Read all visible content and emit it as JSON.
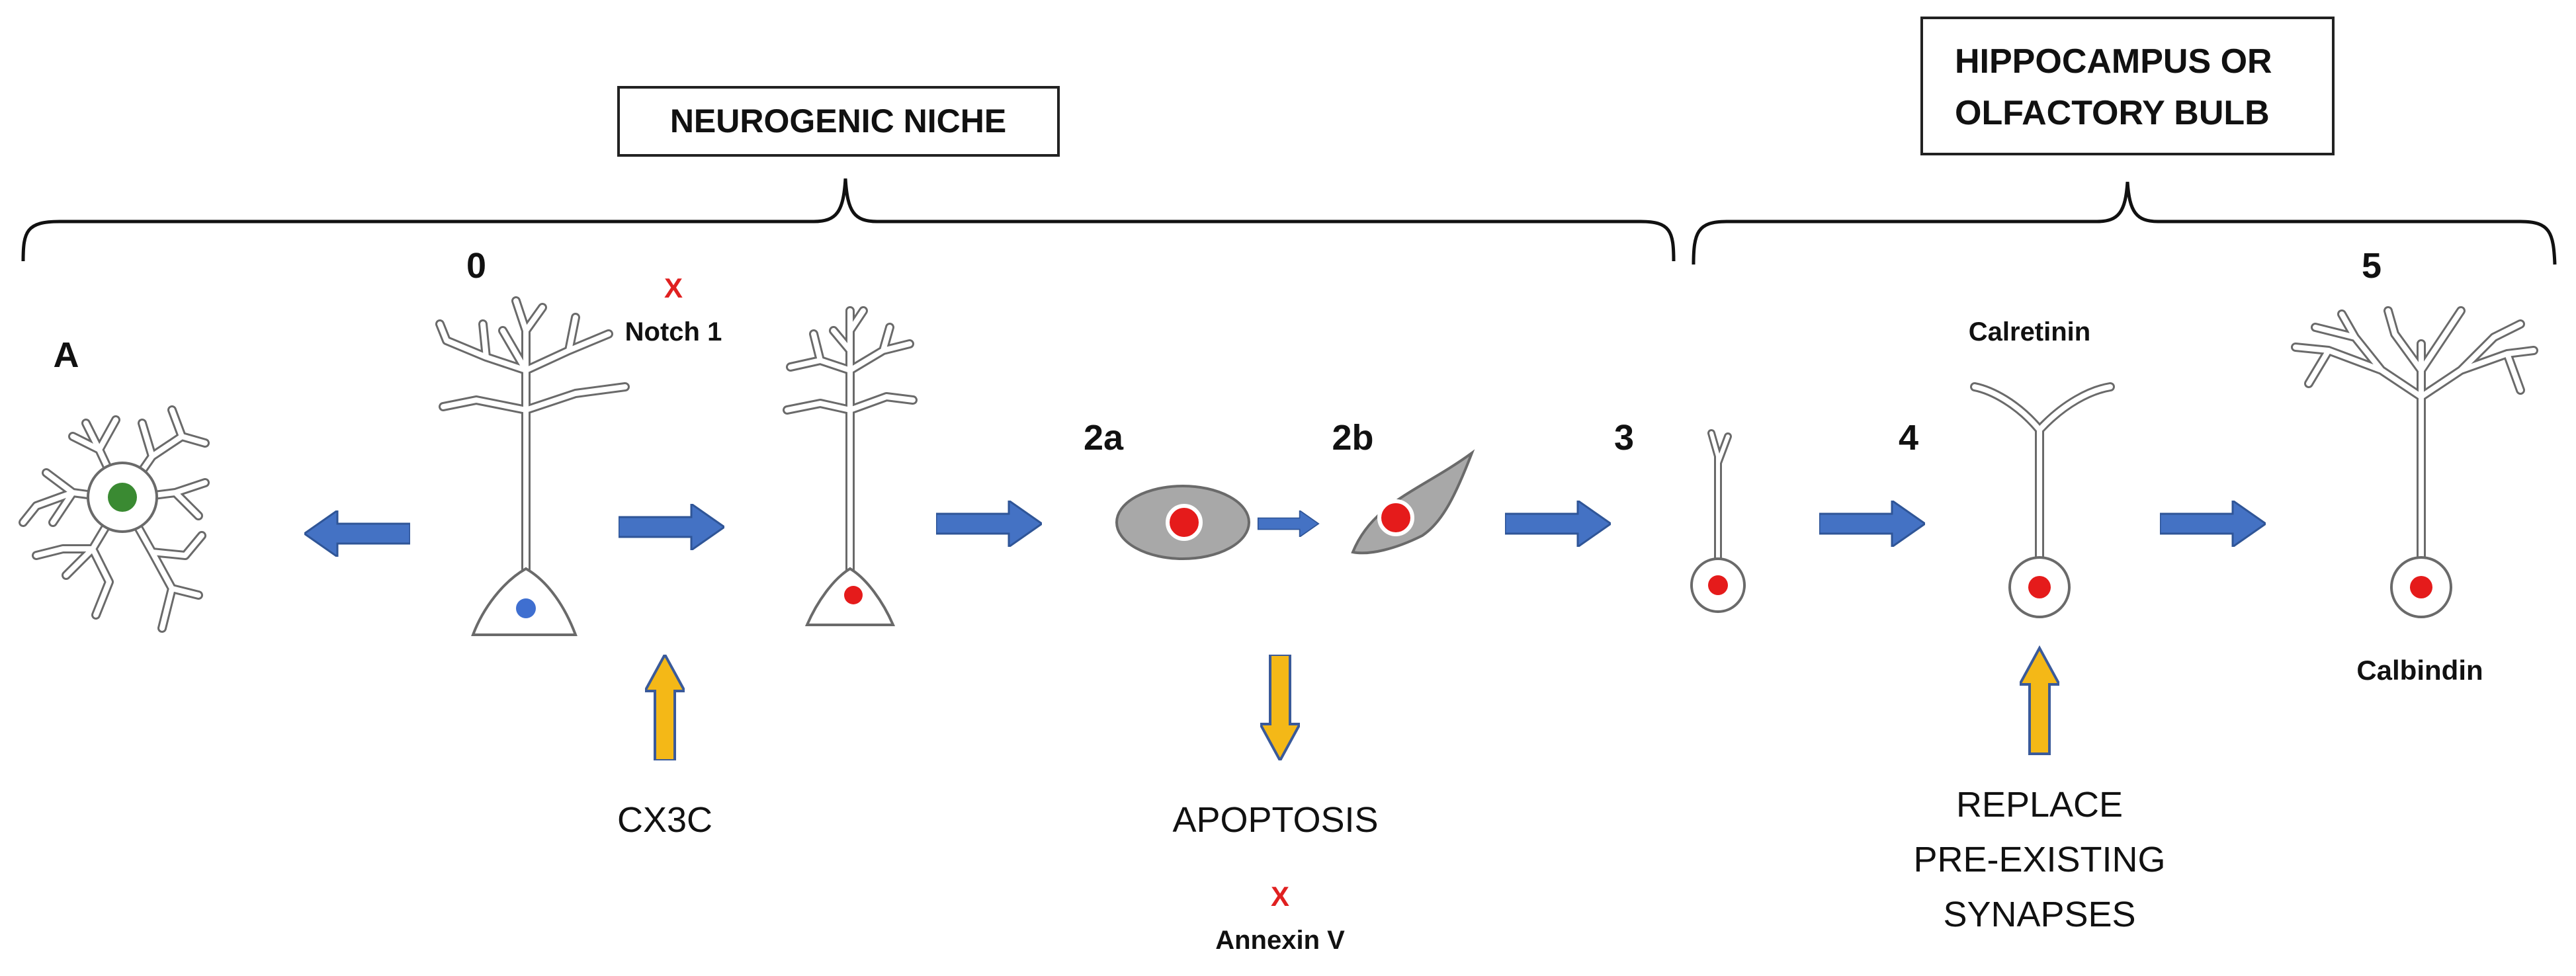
{
  "boxes": {
    "neurogenic_niche": "NEUROGENIC NICHE",
    "hippocampus_line1": "HIPPOCAMPUS OR",
    "hippocampus_line2": "OLFACTORY BULB"
  },
  "stages": {
    "a": "A",
    "s0": "0",
    "s2a": "2a",
    "s2b": "2b",
    "s3": "3",
    "s4": "4",
    "s5": "5"
  },
  "markers": {
    "notch_x": "X",
    "notch": "Notch 1",
    "calretinin": "Calretinin",
    "calbindin": "Calbindin",
    "annexin_x": "X",
    "annexin": "Annexin V"
  },
  "inputs": {
    "cx3c": "CX3C",
    "apoptosis": "APOPTOSIS",
    "replace_line1": "REPLACE",
    "replace_line2": "PRE-EXISTING",
    "replace_line3": "SYNAPSES"
  },
  "colors": {
    "blue_arrow": "#4472c4",
    "blue_arrow_stroke": "#2f5597",
    "yellow_arrow": "#f4b817",
    "yellow_arrow_stroke": "#3a5a9a",
    "nucleus_red": "#e51b1b",
    "nucleus_blue": "#3f6fd0",
    "nucleus_green": "#3a8a32",
    "cell_gray": "#a8a8a8"
  }
}
